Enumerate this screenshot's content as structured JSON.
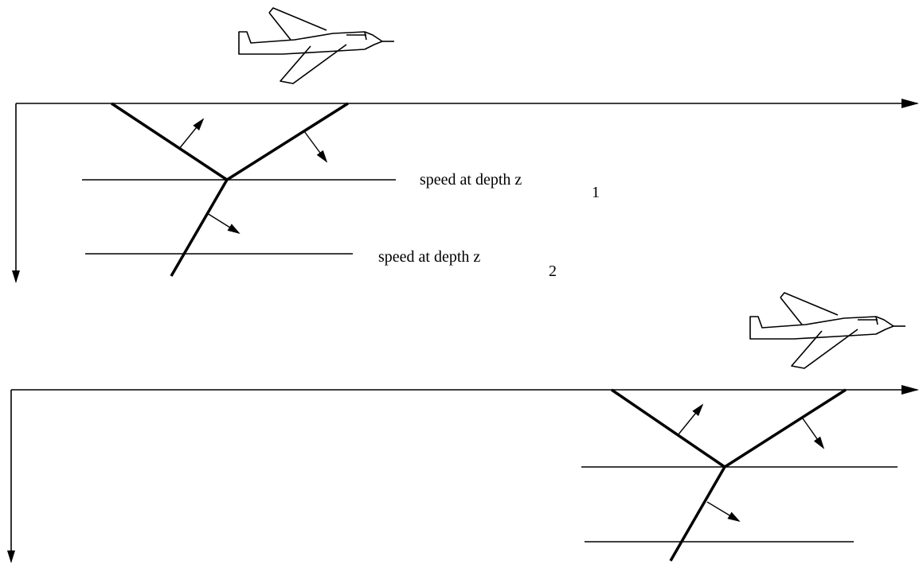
{
  "labels": {
    "depth1": {
      "text": "speed at depth  z",
      "subscript": "1"
    },
    "depth2": {
      "text": "speed at depth  z",
      "subscript": "2"
    }
  },
  "colors": {
    "ink": "#000000",
    "background": "#ffffff"
  },
  "icons": [
    "airplane-icon"
  ]
}
